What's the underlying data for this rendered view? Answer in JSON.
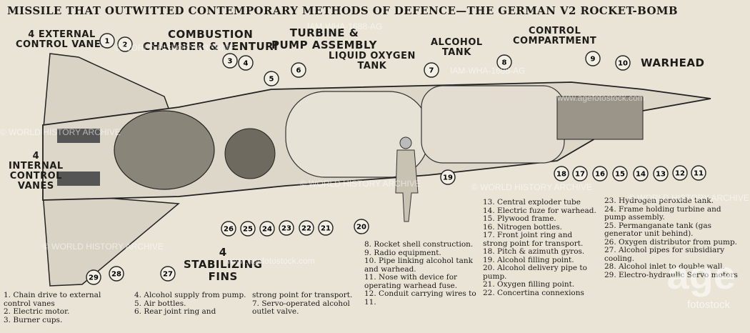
{
  "title": "MISSILE THAT OUTWITTED CONTEMPORARY METHODS OF DEFENCE—THE GERMAN V2 ROCKET-BOMB",
  "labels": {
    "external_vanes": "4 EXTERNAL\nCONTROL VANES",
    "combustion": "COMBUSTION\nCHAMBER & VENTURI",
    "turbine": "TURBINE &\nPUMP ASSEMBLY",
    "lox": "LIQUID OXYGEN\nTANK",
    "alcohol": "ALCOHOL\nTANK",
    "control": "CONTROL\nCOMPARTMENT",
    "warhead": "WARHEAD",
    "internal_vanes": "4\nINTERNAL\nCONTROL\nVANES",
    "fins": "4\nSTABILIZING\nFINS"
  },
  "callouts": [
    "1",
    "2",
    "3",
    "4",
    "5",
    "6",
    "7",
    "8",
    "9",
    "10",
    "11",
    "12",
    "13",
    "14",
    "15",
    "16",
    "17",
    "18",
    "19",
    "20",
    "21",
    "22",
    "23",
    "24",
    "25",
    "26",
    "27",
    "28",
    "29"
  ],
  "legend": {
    "col1": [
      "1. Chain drive to external control vanes",
      "2. Electric motor.",
      "3. Burner cups."
    ],
    "col2": [
      "4. Alcohol supply from pump.",
      "5. Air bottles.",
      "6. Rear joint ring and"
    ],
    "col3": [
      "strong point for transport.",
      "7. Servo-operated alcohol outlet valve."
    ],
    "col4": [
      "8. Rocket shell construction.",
      "9. Radio equipment.",
      "10. Pipe linking alcohol tank and warhead.",
      "11. Nose with device for operating warhead fuse.",
      "12. Conduit carrying wires to 11."
    ],
    "col5": [
      "13. Central exploder tube",
      "14. Electric fuze for warhead.",
      "15. Plywood frame.",
      "16. Nitrogen bottles.",
      "17. Front joint ring and strong point for transport.",
      "18. Pitch & azimuth gyros.",
      "19. Alcohol filling point.",
      "20. Alcohol delivery pipe to pump.",
      "21. Oxygen filling point.",
      "22. Concertina connexions"
    ],
    "col6": [
      "23. Hydrogen peroxide tank.",
      "24. Frame holding turbine and pump assembly.",
      "25. Permanganate tank (gas generator unit behind).",
      "26. Oxygen distributor from pump.",
      "27. Alcohol pipes for subsidiary cooling.",
      "28. Alcohol inlet to double wall.",
      "29. Electro-hydraulic Servo motors"
    ]
  },
  "watermarks": [
    "© WORLD HISTORY ARCHIVE",
    "IAM-WHA-1688-AG",
    "www.agefotostock.com"
  ],
  "logo": "age",
  "logo_sub": "fotostock"
}
